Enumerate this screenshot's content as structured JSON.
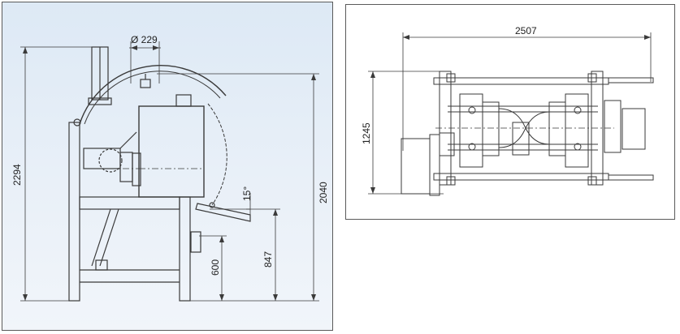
{
  "side_view": {
    "dimensions": {
      "diameter": "Ø 229",
      "total_height": "2294",
      "height_2040": "2040",
      "height_847": "847",
      "height_600": "600",
      "angle": "15°"
    }
  },
  "top_view": {
    "dimensions": {
      "length": "2507",
      "width": "1245"
    }
  },
  "colors": {
    "side_background": "#dde9f5",
    "line": "#3a3a3a",
    "border": "#5a5a5a"
  }
}
